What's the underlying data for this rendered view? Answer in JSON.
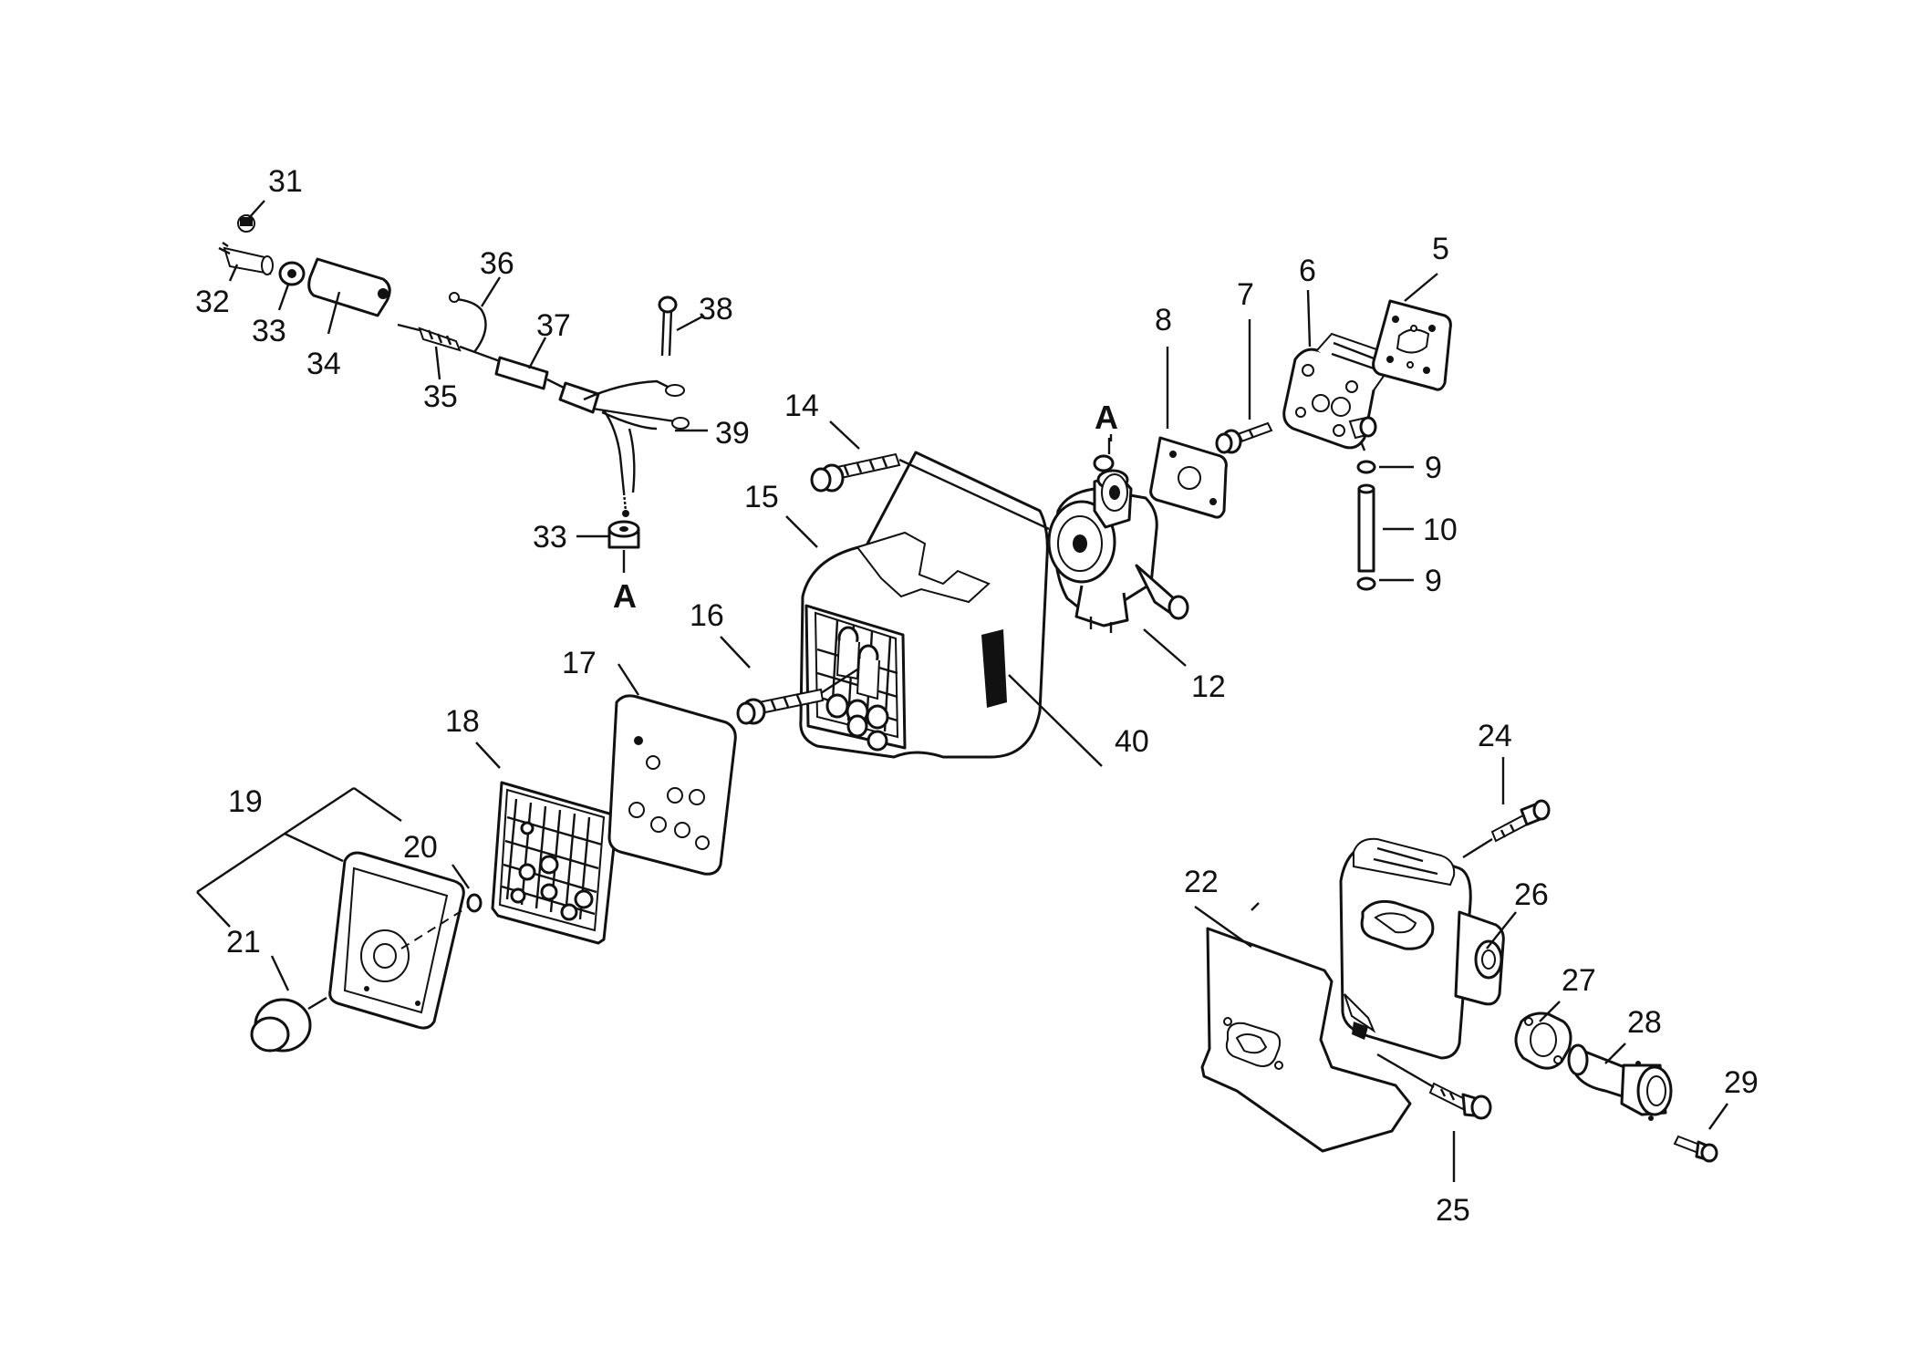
{
  "diagram": {
    "part_labels": [
      {
        "id": "p31",
        "text": "31"
      },
      {
        "id": "p32",
        "text": "32"
      },
      {
        "id": "p33a",
        "text": "33"
      },
      {
        "id": "p34",
        "text": "34"
      },
      {
        "id": "p35",
        "text": "35"
      },
      {
        "id": "p36",
        "text": "36"
      },
      {
        "id": "p37",
        "text": "37"
      },
      {
        "id": "p38",
        "text": "38"
      },
      {
        "id": "p39",
        "text": "39"
      },
      {
        "id": "p33b",
        "text": "33"
      },
      {
        "id": "p14",
        "text": "14"
      },
      {
        "id": "p15",
        "text": "15"
      },
      {
        "id": "p16",
        "text": "16"
      },
      {
        "id": "p17",
        "text": "17"
      },
      {
        "id": "p18",
        "text": "18"
      },
      {
        "id": "p19",
        "text": "19"
      },
      {
        "id": "p20",
        "text": "20"
      },
      {
        "id": "p21",
        "text": "21"
      },
      {
        "id": "p40",
        "text": "40"
      },
      {
        "id": "p12",
        "text": "12"
      },
      {
        "id": "p8",
        "text": "8"
      },
      {
        "id": "p7",
        "text": "7"
      },
      {
        "id": "p6",
        "text": "6"
      },
      {
        "id": "p5",
        "text": "5"
      },
      {
        "id": "p9a",
        "text": "9"
      },
      {
        "id": "p10",
        "text": "10"
      },
      {
        "id": "p9b",
        "text": "9"
      },
      {
        "id": "p24",
        "text": "24"
      },
      {
        "id": "p22",
        "text": "22"
      },
      {
        "id": "p26",
        "text": "26"
      },
      {
        "id": "p27",
        "text": "27"
      },
      {
        "id": "p28",
        "text": "28"
      },
      {
        "id": "p29",
        "text": "29"
      },
      {
        "id": "p25",
        "text": "25"
      }
    ],
    "reference_marks": [
      {
        "id": "refA1",
        "text": "A"
      },
      {
        "id": "refA2",
        "text": "A"
      }
    ]
  }
}
